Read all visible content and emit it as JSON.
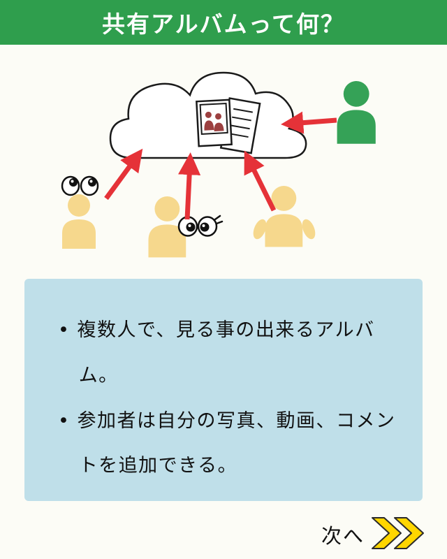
{
  "theme": {
    "header_bg": "#2f9e4d",
    "header_text": "#ffffff",
    "page_bg": "#fcfcf6",
    "info_box_bg": "#bfdfe9",
    "body_text": "#111111",
    "arrow_red": "#e53238",
    "person_green": "#35a257",
    "person_yellow": "#f6d88d",
    "photo_figure": "#9c4040",
    "chevron_yellow": "#ffd600"
  },
  "header": {
    "title": "共有アルバムって何？"
  },
  "illustration": {
    "icons": [
      "cloud-icon",
      "photo-stack-icon",
      "uploader-person-icon",
      "member-person-icon",
      "upload-arrow-icon",
      "googly-eyes-icon"
    ]
  },
  "info_box": {
    "bullets": [
      "複数人で、見る事の出来るアルバム。",
      "参加者は自分の写真、動画、コメントを追加できる。"
    ]
  },
  "footer": {
    "next_label": "次へ"
  }
}
